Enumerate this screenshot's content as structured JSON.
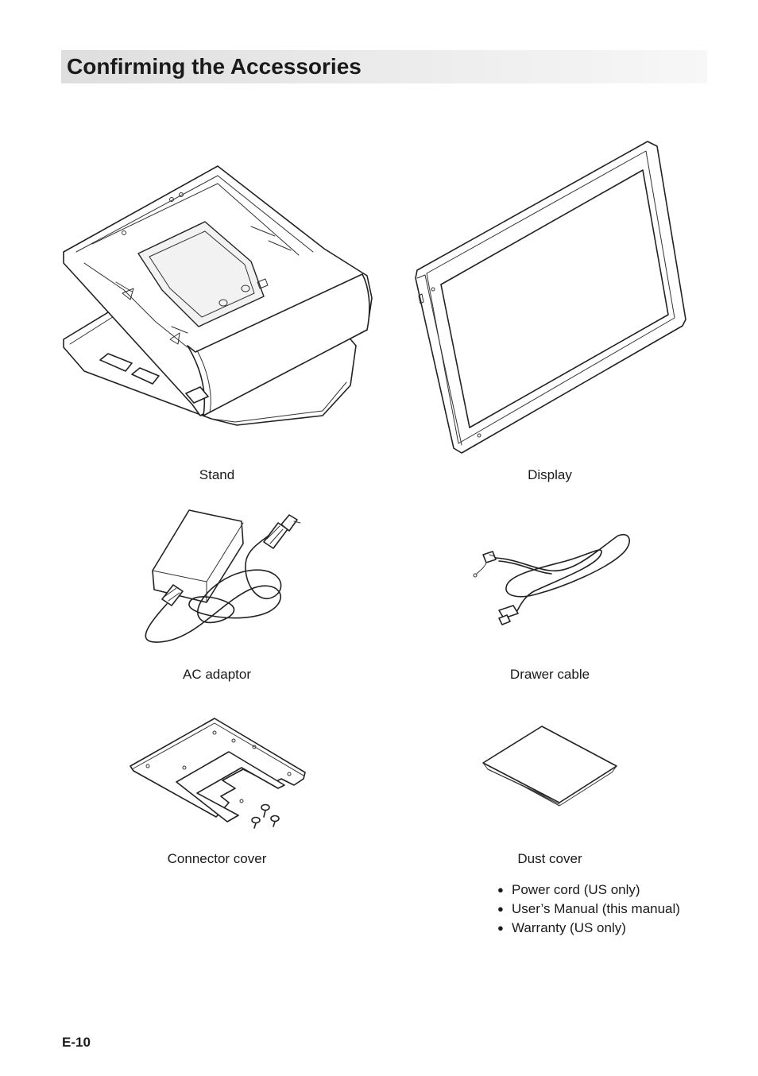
{
  "page": {
    "title": "Confirming the Accessories",
    "page_number": "E-10"
  },
  "accessories": [
    {
      "label": "Stand",
      "icon": "stand-illustration"
    },
    {
      "label": "Display",
      "icon": "display-illustration"
    },
    {
      "label": "AC adaptor",
      "icon": "ac-adaptor-illustration"
    },
    {
      "label": "Drawer cable",
      "icon": "drawer-cable-illustration"
    },
    {
      "label": "Connector cover",
      "icon": "connector-cover-illustration"
    },
    {
      "label": "Dust cover",
      "icon": "dust-cover-illustration"
    }
  ],
  "other_items": [
    {
      "bullet": "●",
      "text": "Power cord (US only)"
    },
    {
      "bullet": "●",
      "text": "User’s Manual (this manual)"
    },
    {
      "bullet": "●",
      "text": "Warranty (US only)"
    }
  ]
}
